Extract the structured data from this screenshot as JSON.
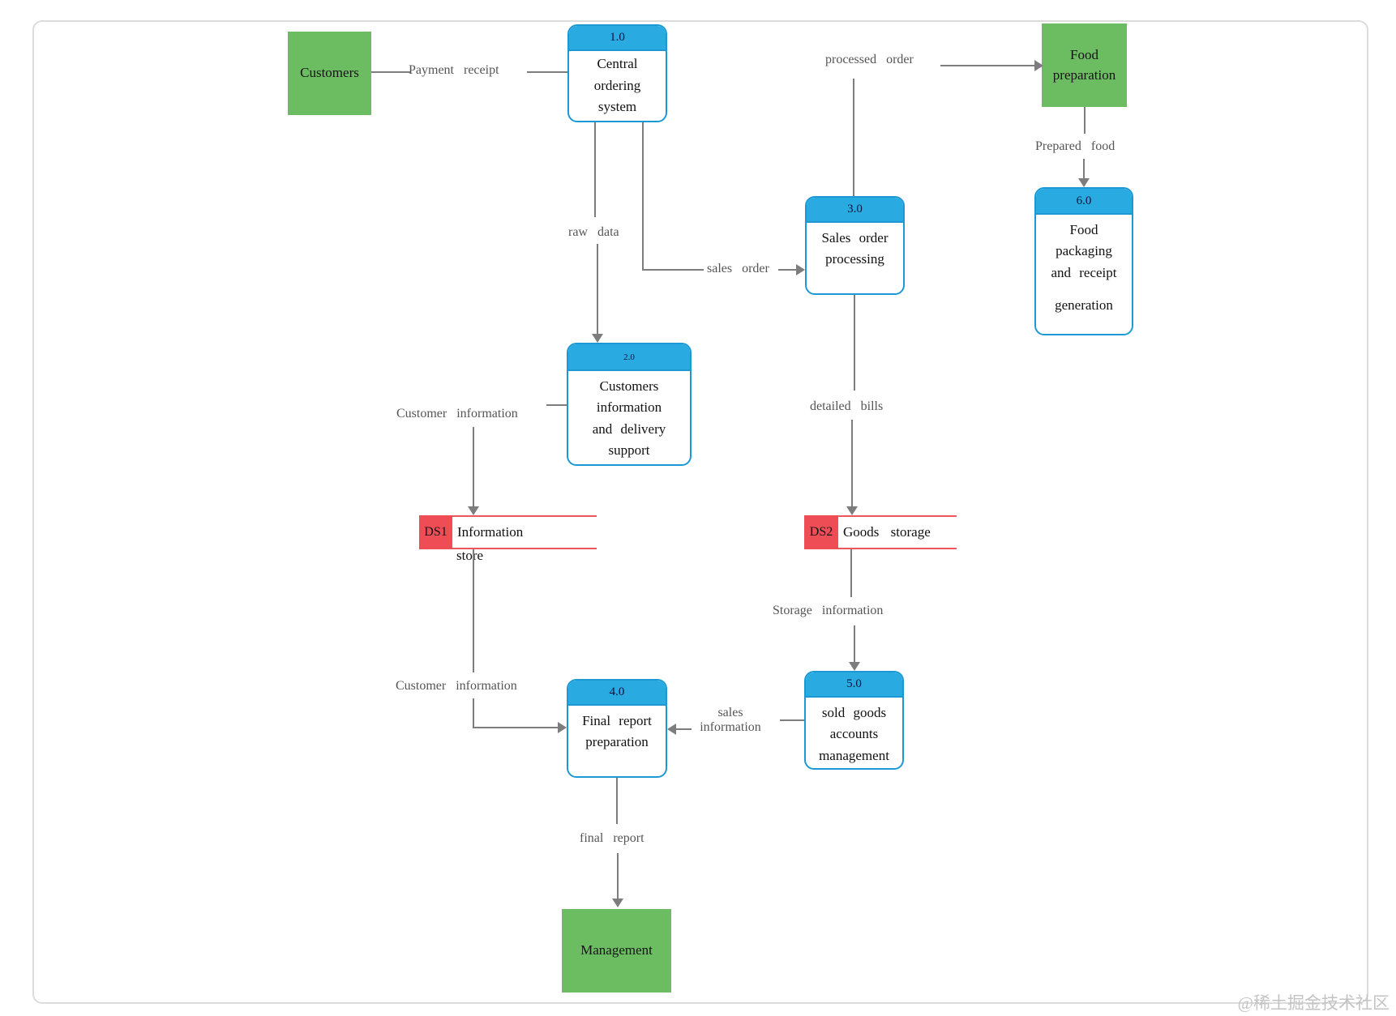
{
  "watermark": "@稀土掘金技术社区",
  "colors": {
    "process_header_blue": "#29abe2",
    "process_border_blue": "#1c99d5",
    "entity_green": "#6cbd62",
    "datastore_red": "#ee4d55",
    "flow_line_gray": "#7d7d7d",
    "flow_label_gray": "#555555"
  },
  "entities": {
    "customers": {
      "label": "Customers"
    },
    "food_preparation": {
      "line1": "Food",
      "line2": "preparation"
    },
    "management": {
      "label": "Management"
    }
  },
  "processes": {
    "central_ordering": {
      "number": "1.0",
      "line1": "Central",
      "line2": "ordering",
      "line3": "system"
    },
    "customers_information": {
      "number": "2.0",
      "line1": "Customers",
      "line2": "information",
      "line3": "and delivery",
      "line4": "support"
    },
    "sales_order_processing": {
      "number": "3.0",
      "line1": "Sales order",
      "line2": "processing"
    },
    "final_report_preparation": {
      "number": "4.0",
      "line1": "Final report",
      "line2": "preparation"
    },
    "sold_goods_accounts": {
      "number": "5.0",
      "line1": "sold goods",
      "line2": "accounts",
      "line3": "management"
    },
    "food_packaging": {
      "number": "6.0",
      "line1": "Food",
      "line2": "packaging",
      "line3": "and receipt",
      "line4": "generation"
    }
  },
  "datastores": {
    "ds1": {
      "tag": "DS1",
      "line1": "Information",
      "line2": "store"
    },
    "ds2": {
      "tag": "DS2",
      "label": "Goods storage"
    }
  },
  "flow_labels": {
    "payment_receipt": "Payment receipt",
    "raw_data": "raw data",
    "sales_order": "sales order",
    "processed_order": "processed order",
    "prepared_food": "Prepared food",
    "detailed_bills": "detailed bills",
    "customer_information_store": "Customer information",
    "customer_information_report": "Customer information",
    "storage_information": "Storage information",
    "sales_information_line1": "sales",
    "sales_information_line2": "information",
    "final_report": "final report"
  }
}
